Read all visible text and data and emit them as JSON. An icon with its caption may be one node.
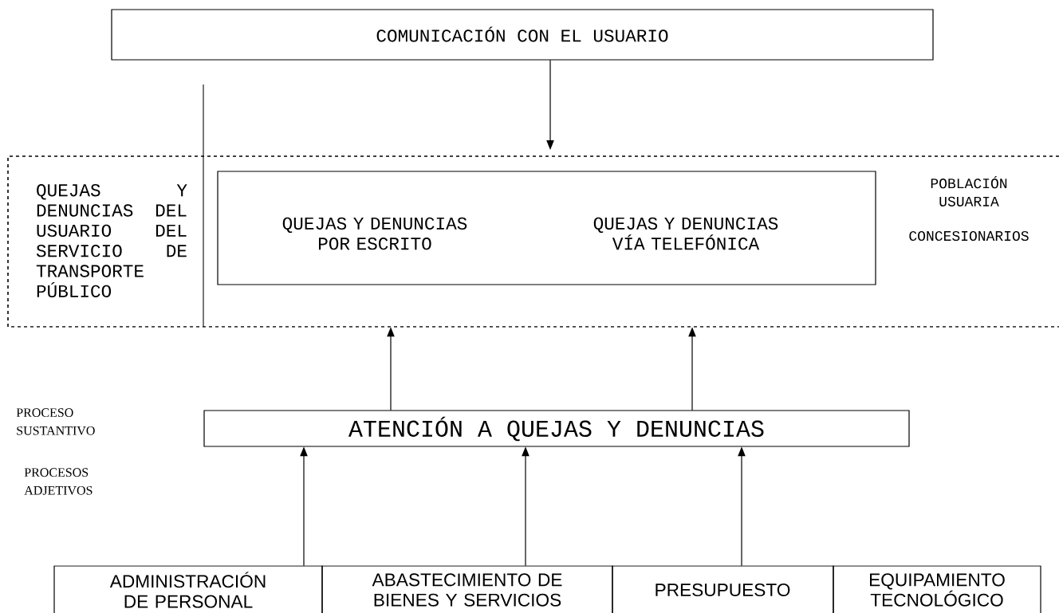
{
  "diagram": {
    "nodes": [
      {
        "text": [
          "COMUNICACIÓN CON EL USUARIO"
        ]
      },
      {
        "text": [
          "QUEJAS Y DENUNCIAS DEL USUARIO DEL SERVICIO DE TRANSPORTE PÚBLICO",
          "POBLACIÓN USUARIA",
          "CONCESIONARIOS"
        ]
      },
      {
        "text": [
          "QUEJAS Y DENUNCIAS POR ESCRITO",
          "QUEJAS Y DENUNCIAS VÍA TELEFÓNICA"
        ],
        "in": 1
      },
      {
        "text": [
          "ATENCIÓN A QUEJAS Y DENUNCIAS"
        ]
      },
      {
        "text": [
          "ADMINISTRACIÓN DE PERSONAL"
        ]
      },
      {
        "text": [
          "ABASTECIMIENTO DE BIENES Y SERVICIOS"
        ]
      },
      {
        "text": [
          "PRESUPUESTO"
        ]
      },
      {
        "text": [
          "EQUIPAMIENTO TECNOLÓGICO"
        ]
      }
    ],
    "edges": [
      {
        "from": 0,
        "to": 2,
        "arrow": "to"
      },
      {
        "from": 3,
        "to": 1,
        "arrow": "to"
      },
      {
        "from": 3,
        "to": 1,
        "arrow": "to"
      },
      {
        "from": 4,
        "to": 3,
        "arrow": "to"
      },
      {
        "from": 5,
        "to": 3,
        "arrow": "to"
      },
      {
        "from": 6,
        "to": 3,
        "arrow": "to"
      }
    ],
    "labels": [
      "PROCESO SUSTANTIVO",
      "PROCESOS ADJETIVOS"
    ]
  }
}
